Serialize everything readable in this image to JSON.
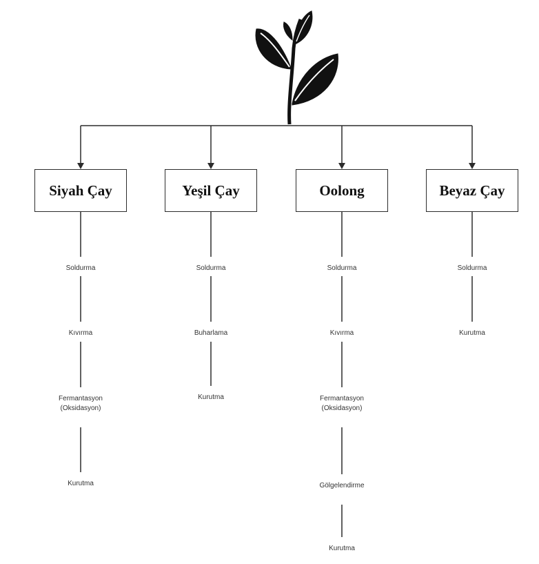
{
  "diagram": {
    "root_icon": "tea-plant-icon",
    "categories": [
      {
        "name": "Siyah Çay",
        "steps": [
          "Soldurma",
          "Kıvırma",
          "Fermantasyon\n(Oksidasyon)",
          "Kurutma"
        ]
      },
      {
        "name": "Yeşil Çay",
        "steps": [
          "Soldurma",
          "Buharlama",
          "Kurutma"
        ]
      },
      {
        "name": "Oolong",
        "steps": [
          "Soldurma",
          "Kıvırma",
          "Fermantasyon\n(Oksidasyon)",
          "Gölgelendirme",
          "Kurutma"
        ]
      },
      {
        "name": "Beyaz Çay",
        "steps": [
          "Soldurma",
          "Kurutma"
        ]
      }
    ],
    "colors": {
      "line": "#2b2b2b",
      "leaf": "#111111",
      "text": "#333333"
    }
  }
}
